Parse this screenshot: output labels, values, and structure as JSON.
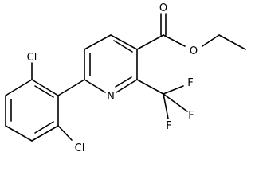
{
  "molecule": {
    "atom_labels": {
      "cl_top": "Cl",
      "cl_bottom": "Cl",
      "ring_n": "N",
      "carbonyl_o": "O",
      "ester_o": "O",
      "f_top": "F",
      "f_right": "F",
      "f_bottom": "F"
    }
  }
}
